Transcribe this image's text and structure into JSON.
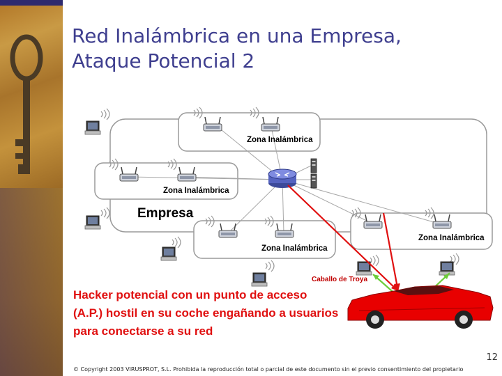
{
  "slide": {
    "title": "Red Inalámbrica en una Empresa,\nAtaque Potencial 2",
    "page_number": "12",
    "copyright": "© Copyright 2003 VIRUSPROT, S.L. Prohibida la reproducción total o parcial de este documento sin el previo consentimiento del propietario"
  },
  "diagram": {
    "zones": [
      "Zona Inalámbrica",
      "Zona Inalámbrica",
      "Zona Inalámbrica",
      "Zona Inalámbrica"
    ],
    "company_label": "Empresa",
    "trojan_label": "Caballo de Troya"
  },
  "hacker_text": [
    "Hacker potencial con un punto de acceso",
    "(A.P.) hostil en su coche engañando a usuarios",
    "para conectarse a su red"
  ],
  "colors": {
    "title": "#3f3f8f",
    "alert": "#e01010",
    "link_red": "#e01010",
    "link_green": "#6dcc3a",
    "car": "#e80000"
  }
}
